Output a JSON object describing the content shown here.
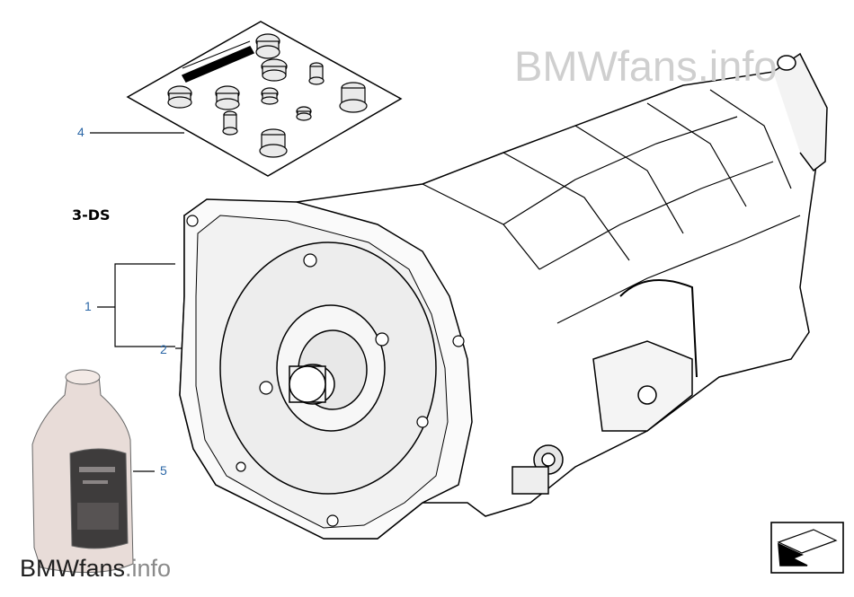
{
  "variant_label": "3-DS",
  "callouts": [
    {
      "id": "1",
      "text": "1"
    },
    {
      "id": "2",
      "text": "2"
    },
    {
      "id": "4",
      "text": "4"
    },
    {
      "id": "5",
      "text": "5"
    }
  ],
  "watermark": {
    "top": "BMWfans.info",
    "bottom_main": "BMWfans",
    "bottom_suffix": ".info"
  },
  "colors": {
    "callout": "#2a66a6",
    "line": "#000000",
    "shade": "#e6e6e6"
  },
  "icons": {
    "nav": "next-diagram-arrow-icon"
  }
}
